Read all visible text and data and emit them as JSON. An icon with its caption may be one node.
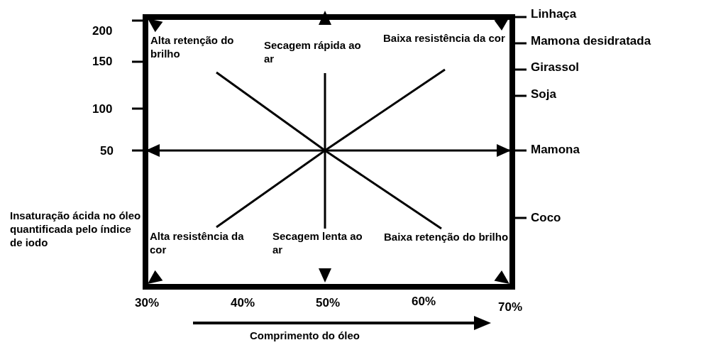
{
  "diagram": {
    "labels": [
      "Linhaça",
      "200",
      "Alta retenção do brilho",
      "Secagem rápida ao ar",
      "Baixa resistência da cor",
      "Mamona desidratada",
      "150",
      "Girassol",
      "100",
      "Soja",
      "50",
      "Mamona",
      "Insaturação ácida no óleo quantificada pelo índice de iodo",
      "Alta resistência da cor",
      "Secagem lenta ao ar",
      "Baixa retenção do brilho",
      "Coco",
      "30%",
      "40%",
      "50%",
      "60%",
      "70%",
      "Comprimento do óleo"
    ]
  }
}
